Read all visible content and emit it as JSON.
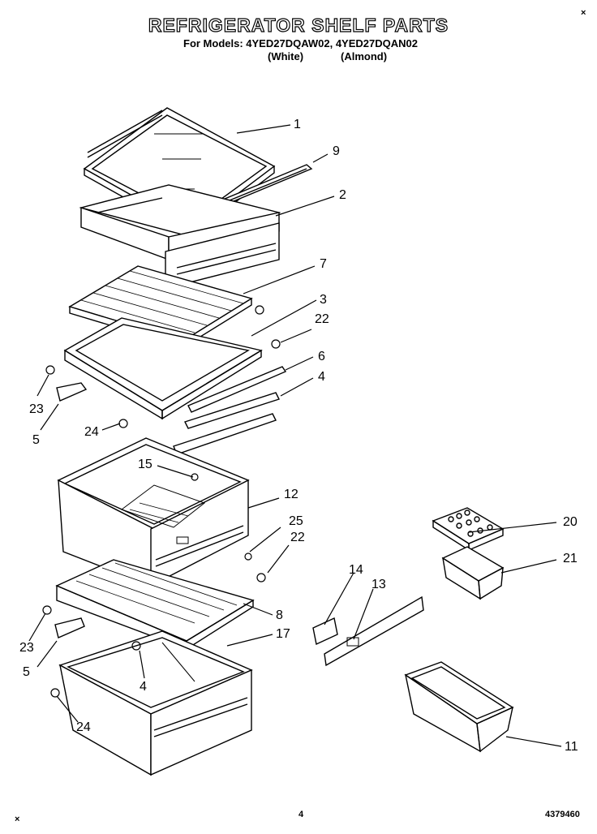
{
  "header": {
    "title": "REFRIGERATOR SHELF PARTS",
    "models_line": "For Models: 4YED27DQAW02, 4YED27DQAN02",
    "white_label": "(White)",
    "almond_label": "(Almond)"
  },
  "callouts": {
    "c1": "1",
    "c9": "9",
    "c2": "2",
    "c7": "7",
    "c3": "3",
    "c22a": "22",
    "c6": "6",
    "c4a": "4",
    "c23a": "23",
    "c5a": "5",
    "c24a": "24",
    "c15": "15",
    "c12": "12",
    "c25": "25",
    "c22b": "22",
    "c20": "20",
    "c21": "21",
    "c14": "14",
    "c13": "13",
    "c8": "8",
    "c17": "17",
    "c23b": "23",
    "c5b": "5",
    "c4b": "4",
    "c24b": "24",
    "c11": "11"
  },
  "footer": {
    "page_number": "4",
    "part_number": "4379460",
    "corner_mark_top": "×",
    "corner_mark_bottom": "×"
  }
}
